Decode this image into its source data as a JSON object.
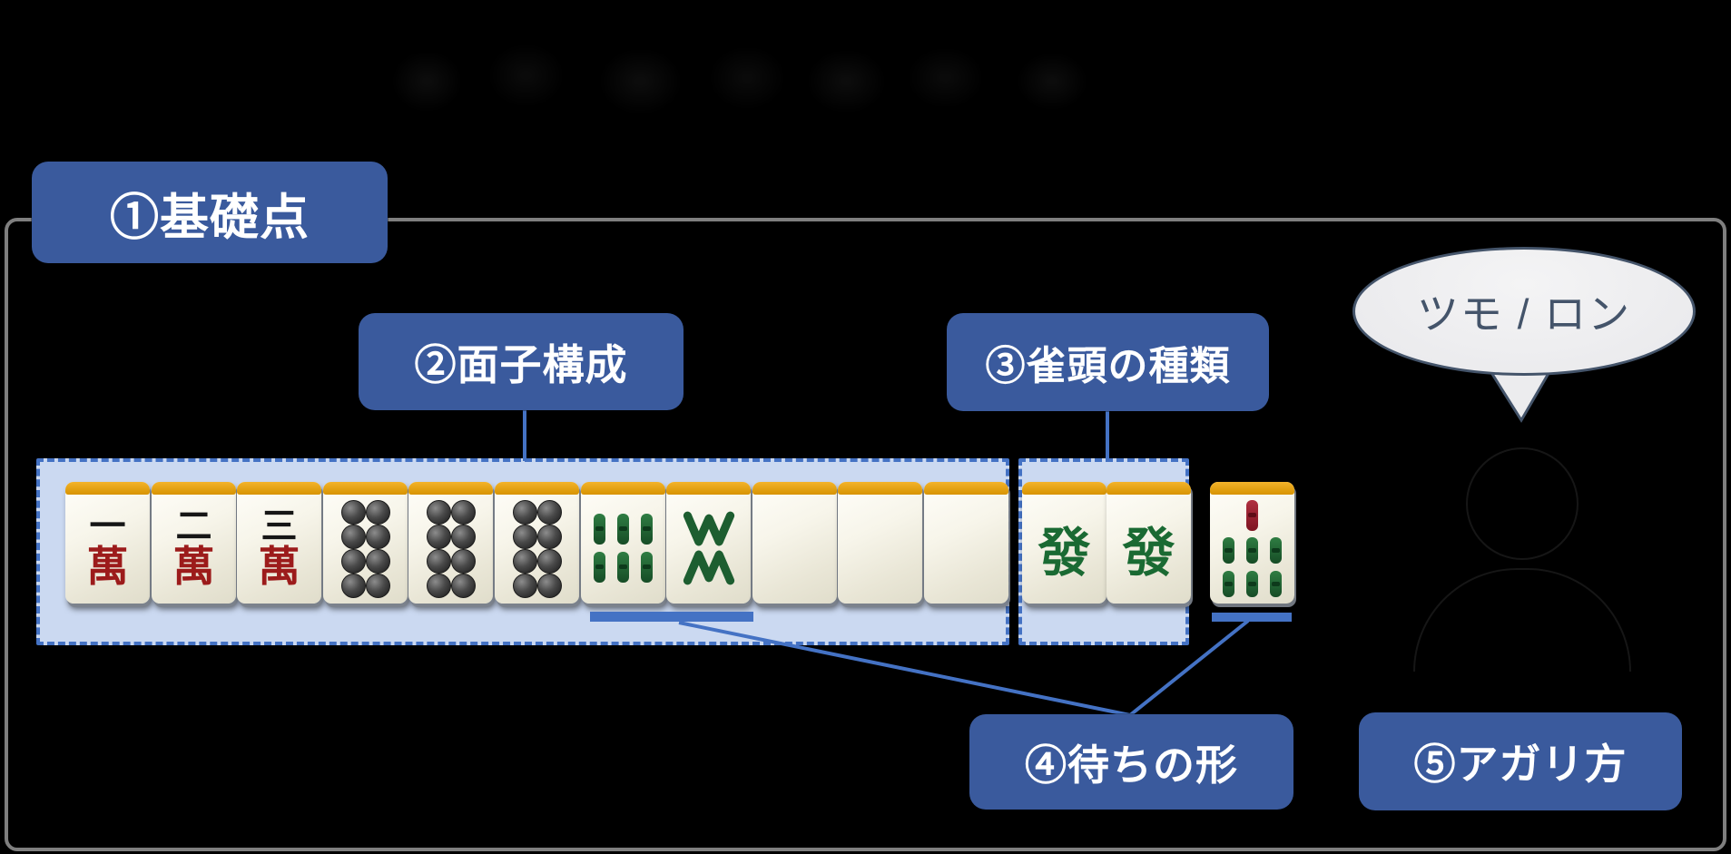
{
  "labels": {
    "basic_points": "①基礎点",
    "meld_composition": "②面子構成",
    "pair_type": "③雀頭の種類",
    "wait_shape": "④待ちの形",
    "win_method": "⑤アガリ方"
  },
  "bubble": {
    "text": "ツモ / ロン"
  },
  "tile_groups": {
    "hand_row": [
      "man1",
      "man2",
      "man3",
      "pin8",
      "pin8",
      "pin8",
      "sou6",
      "sou8",
      "back",
      "back",
      "back"
    ],
    "pair": [
      "hatsu",
      "hatsu"
    ],
    "winning": [
      "sou7"
    ]
  },
  "tile_glyphs": {
    "man1": {
      "kind": "man",
      "top": "一",
      "bottom": "萬"
    },
    "man2": {
      "kind": "man",
      "top": "二",
      "bottom": "萬"
    },
    "man3": {
      "kind": "man",
      "top": "三",
      "bottom": "萬"
    },
    "pin8": {
      "kind": "pin",
      "count": 8
    },
    "sou6": {
      "kind": "sou",
      "sticks": 6
    },
    "sou8": {
      "kind": "sou8"
    },
    "sou7": {
      "kind": "sou7"
    },
    "hatsu": {
      "kind": "honor",
      "char": "發"
    },
    "back": {
      "kind": "back"
    }
  },
  "layout_positions": {
    "hand_row_lefts": [
      72,
      167,
      261,
      356,
      450,
      545,
      640,
      734,
      829,
      923,
      1018
    ],
    "pair_lefts": [
      1126,
      1219
    ],
    "winning_lefts": [
      1333
    ]
  },
  "colors": {
    "callout_blue": "#3a5a9d",
    "accent_blue": "#4472c4",
    "group_box_fill": "#cbd9f1",
    "bubble_border": "#44546a",
    "bubble_fill": "#ececee",
    "tile_cap_orange": "#e09c00",
    "man_red": "#9c1b1b",
    "sou_green": "#1a6a33",
    "frame_gray": "#7f7f7f",
    "background": "#000000"
  }
}
